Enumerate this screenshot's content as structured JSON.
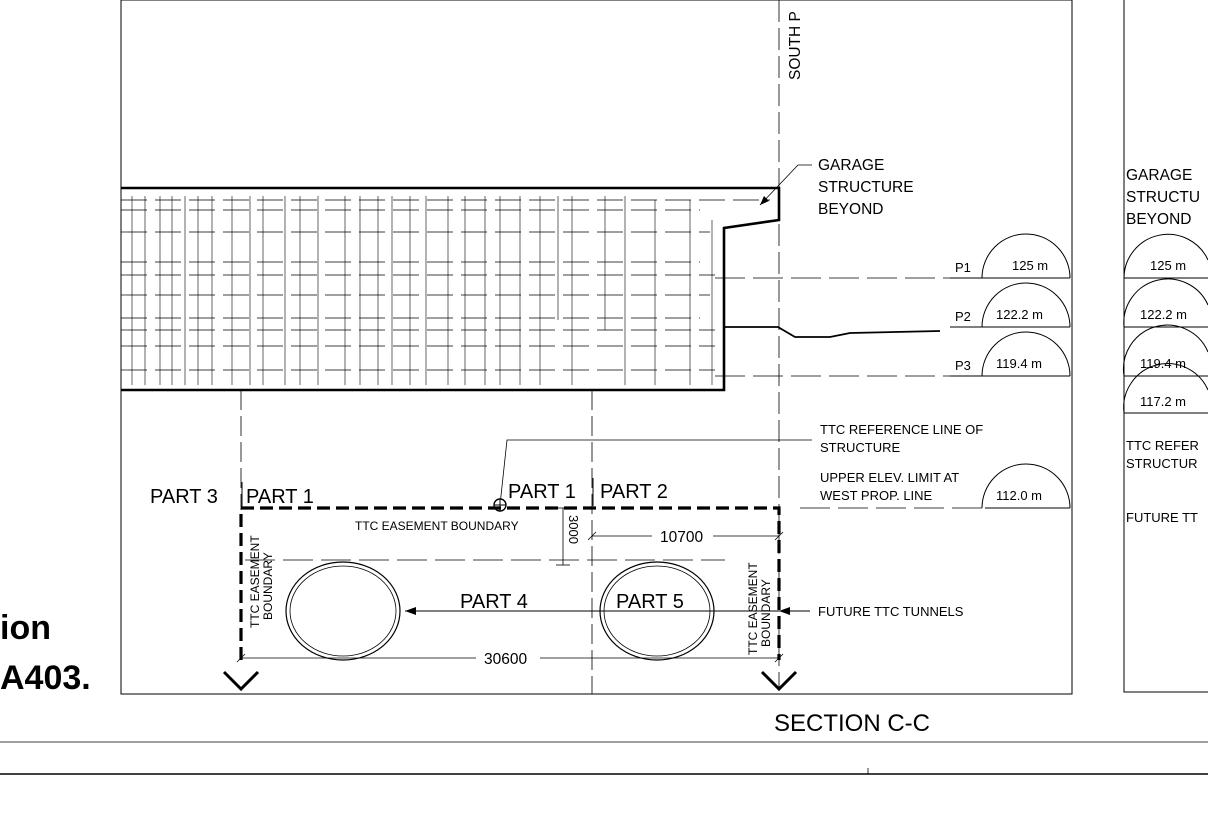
{
  "left_fragment": {
    "line1": "ion",
    "line2": "A403."
  },
  "south_label": "SOUTH P",
  "garage_label": [
    "GARAGE",
    "STRUCTURE",
    "BEYOND"
  ],
  "levels": [
    {
      "name": "P1",
      "elev": "125 m"
    },
    {
      "name": "P2",
      "elev": "122.2 m"
    },
    {
      "name": "P3",
      "elev": "119.4 m"
    }
  ],
  "ttc_ref": [
    "TTC REFERENCE LINE OF",
    "STRUCTURE"
  ],
  "upper_limit": [
    "UPPER ELEV. LIMIT AT",
    "WEST PROP. LINE"
  ],
  "upper_limit_elev": "112.0 m",
  "parts": {
    "part3": "PART 3",
    "part1_left": "PART 1",
    "part1_right": "PART 1",
    "part2": "PART 2",
    "part4": "PART 4",
    "part5": "PART 5"
  },
  "easement_boundary_h": "TTC EASEMENT BOUNDARY",
  "easement_vertical": [
    "TTC EASEMENT",
    "BOUNDARY"
  ],
  "dims": {
    "d3000": "3000",
    "d10700": "10700",
    "d30600": "30600"
  },
  "future_tunnels": "FUTURE TTC TUNNELS",
  "section_title": "SECTION C-C",
  "right_panel": {
    "garage": [
      "GARAGE",
      "STRUCTU",
      "BEYOND"
    ],
    "elevs": [
      "125 m",
      "122.2 m",
      "119.4 m",
      "117.2 m"
    ],
    "ttc_ref": [
      "TTC REFER",
      "STRUCTUR"
    ],
    "future": "FUTURE TT"
  }
}
